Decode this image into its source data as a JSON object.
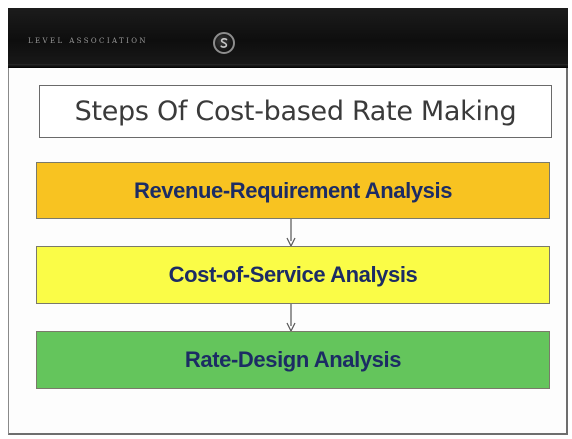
{
  "header": {
    "company_name": "LEVEL ASSOCIATION",
    "logo_icon": "company-seal-icon",
    "bar_color": "#111111"
  },
  "title": "Steps Of Cost-based Rate Making",
  "steps": [
    {
      "label": "Revenue-Requirement Analysis",
      "color": "#f8c321"
    },
    {
      "label": "Cost-of-Service Analysis",
      "color": "#fafc47"
    },
    {
      "label": "Rate-Design Analysis",
      "color": "#64c55c"
    }
  ],
  "connectors": [
    "down-arrow-icon",
    "down-arrow-icon"
  ],
  "text_color": "#1c2c64"
}
